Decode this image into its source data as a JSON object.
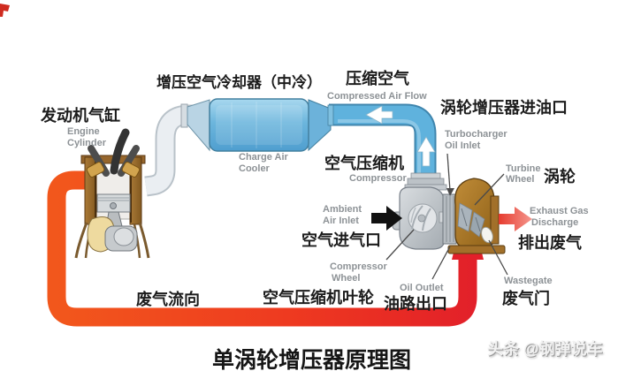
{
  "page": {
    "title": "单涡轮增压器原理图",
    "watermark": "头条 @钢弹说车"
  },
  "labels": {
    "intercooler": {
      "zh": "增压空气冷却器（中冷）",
      "en1": "Charge Air",
      "en2": "Cooler"
    },
    "compressed_air": {
      "zh": "压缩空气",
      "en": "Compressed Air Flow"
    },
    "engine": {
      "zh": "发动机气缸",
      "en1": "Engine",
      "en2": "Cylinder"
    },
    "oil_inlet": {
      "zh": "涡轮增压器进油口",
      "en1": "Turbocharger",
      "en2": "Oil Inlet"
    },
    "compressor": {
      "zh": "空气压缩机",
      "en": "Compressor"
    },
    "turbine": {
      "zh": "涡轮",
      "en1": "Turbine",
      "en2": "Wheel"
    },
    "ambient": {
      "zh": "空气进气口",
      "en1": "Ambient",
      "en2": "Air Inlet"
    },
    "compressor_wheel": {
      "zh": "空气压缩机叶轮",
      "en1": "Compressor",
      "en2": "Wheel"
    },
    "oil_outlet": {
      "zh": "油路出口",
      "en": "Oil Outlet"
    },
    "exhaust_discharge": {
      "zh": "排出废气",
      "en1": "Exhaust Gas",
      "en2": "Discharge"
    },
    "wastegate": {
      "zh": "废气门",
      "en": "Wastegate"
    },
    "exhaust_flow": {
      "zh": "废气流向"
    }
  },
  "colors": {
    "charge_air_pipe": "#5fb2dd",
    "intercooler_body": "#6cb6dd",
    "intake_pipe": "#eaeef2",
    "exhaust_pipe_orange": "#f2571c",
    "exhaust_pipe_red": "#e2202a",
    "turbine_housing": "#b5812f",
    "compressor_housing": "#c3c8cd",
    "inlet_arrow": "#111111",
    "exhaust_arrow_start": "#e63b2e",
    "exhaust_arrow_end": "#f5978e"
  }
}
